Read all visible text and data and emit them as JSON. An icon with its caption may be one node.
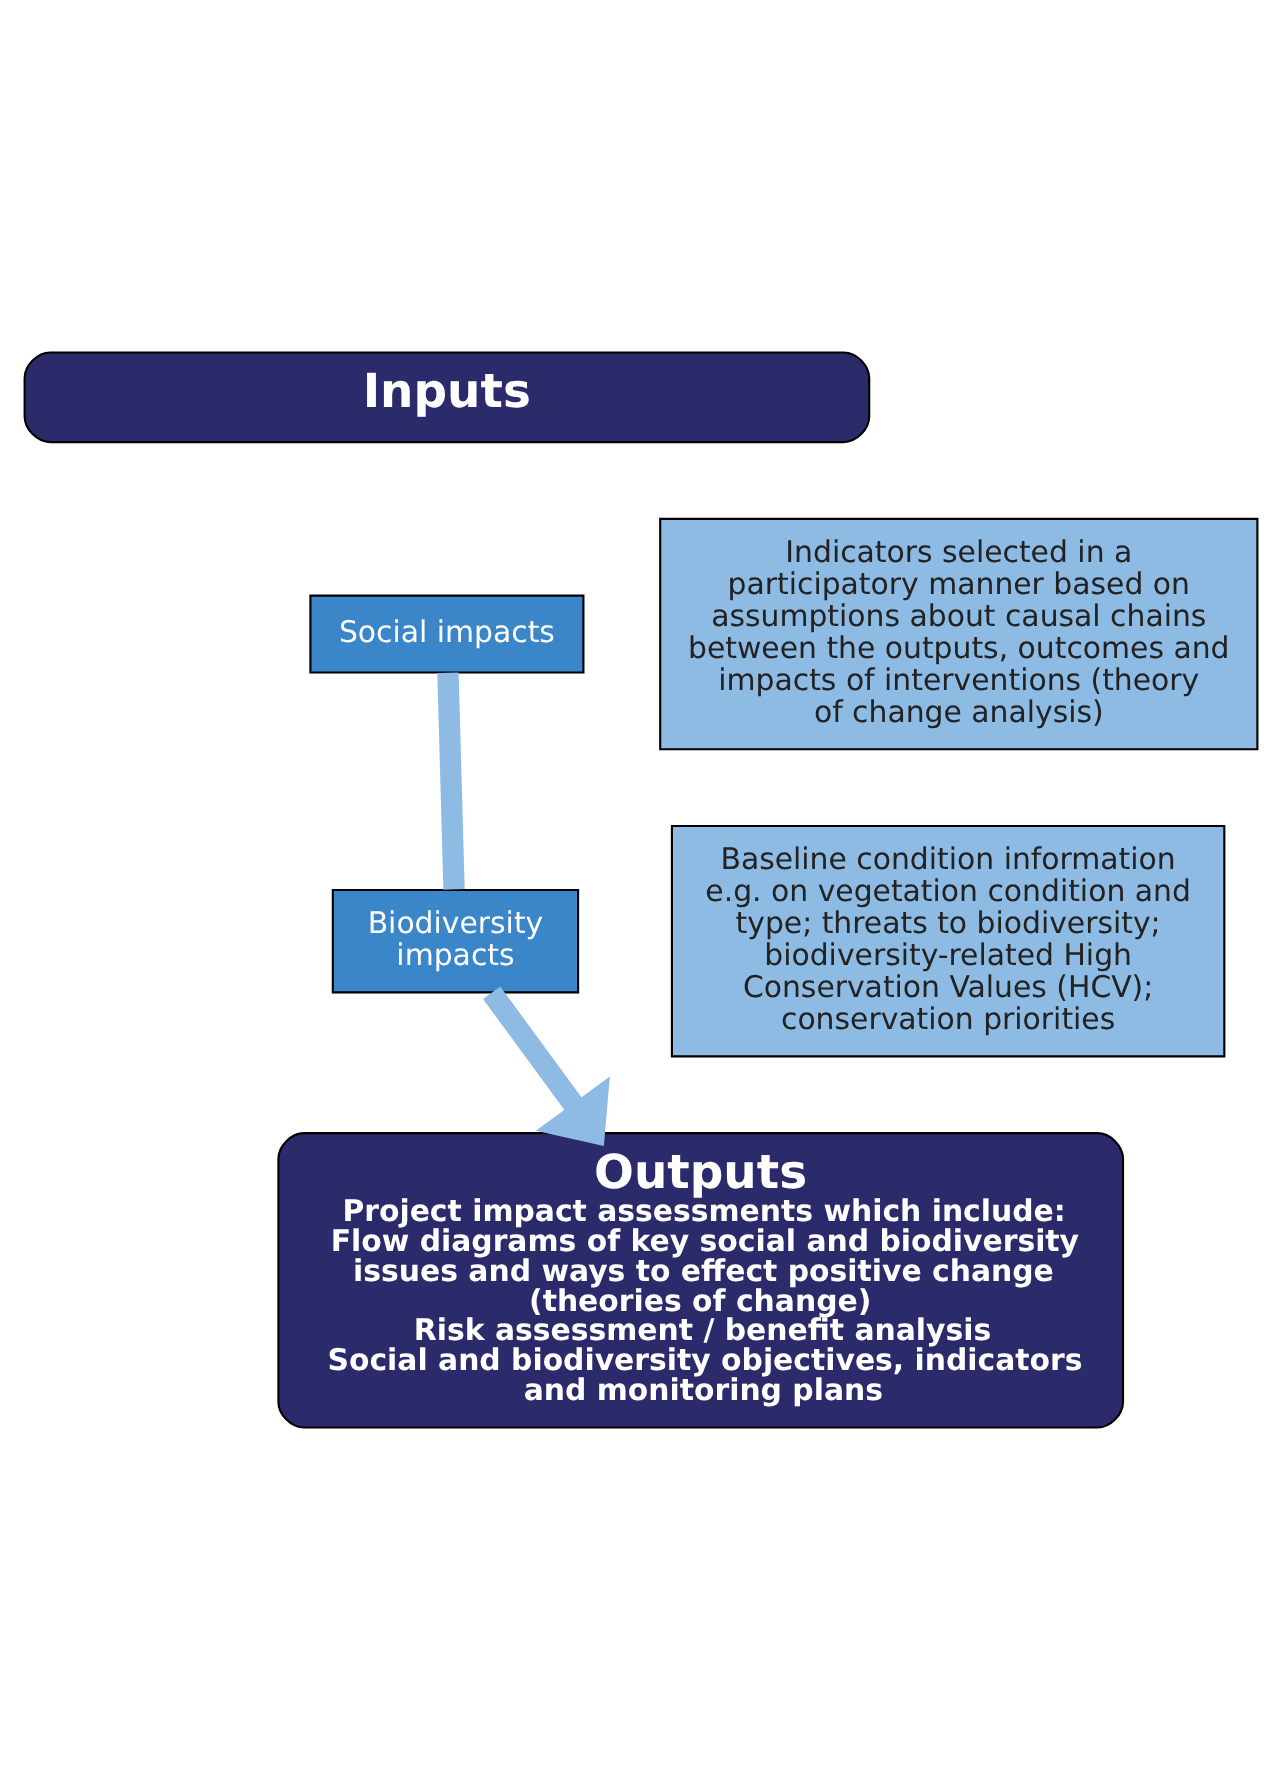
{
  "diagram": {
    "nodes": [
      {
        "text": [
          "Inputs"
        ]
      },
      {
        "text": [
          "Social impacts"
        ]
      },
      {
        "text": [
          "Indicators selected in a participatory manner based on assumptions about causal chains between the outputs, outcomes and impacts of interventions (theory of change analysis)"
        ]
      },
      {
        "text": [
          "Biodiversity impacts"
        ]
      },
      {
        "text": [
          "Baseline condition information e.g. on vegetation condition and type; threats to biodiversity; biodiversity-related High Conservation Values (HCV); conservation priorities"
        ]
      },
      {
        "text": [
          "Outputs",
          "Project impact assessments which include:",
          "Flow diagrams of key social and biodiversity issues and ways to effect positive change (theories of change)",
          "Risk assessment / benefit analysis",
          "Social and biodiversity objectives, indicators and monitoring plans"
        ]
      }
    ],
    "edges": [
      {
        "from": 1,
        "to": 3,
        "arrow": "none"
      },
      {
        "from": 3,
        "to": 5,
        "arrow": "to"
      }
    ]
  }
}
